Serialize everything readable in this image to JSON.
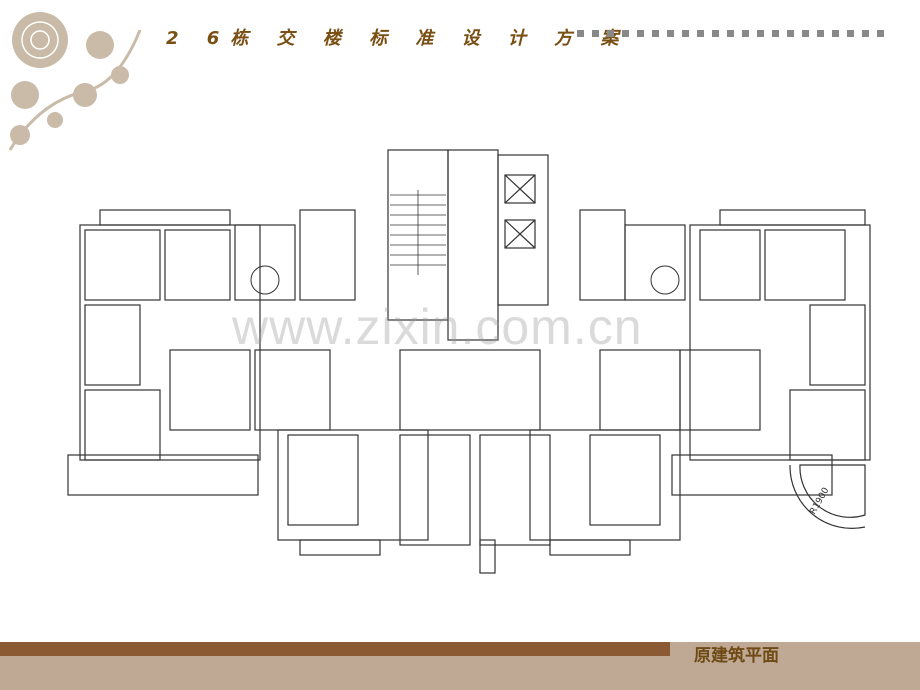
{
  "slide": {
    "title": "2 6栋 交 楼 标 准 设 计 方 案",
    "caption": "原建筑平面",
    "watermark": "www.zixin.com.cn",
    "plan_label": "R1900"
  },
  "colors": {
    "title": "#7a4f14",
    "band": "#bfa995",
    "bar": "#8b5a32",
    "ornament": "#c9bba8"
  }
}
